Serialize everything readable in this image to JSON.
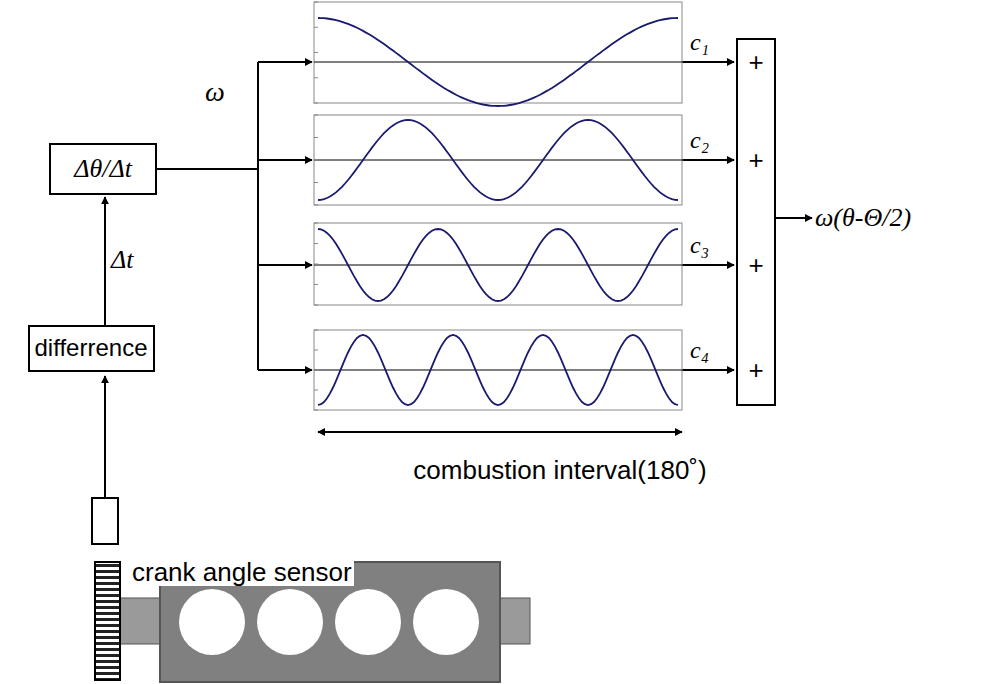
{
  "diagram": {
    "nodes": [
      {
        "text": [
          "differrence"
        ]
      },
      {
        "text": [
          "Δθ/Δt"
        ]
      },
      {
        "text": [
          "+",
          "+",
          "+",
          "+"
        ]
      }
    ],
    "edges": [
      {
        "from": 0,
        "to": 1,
        "arrow": "to",
        "label": "Δt"
      }
    ],
    "labels": [
      "ω",
      "c₁",
      "c₂",
      "c₃",
      "c₄",
      "ω(θ-Θ/2)",
      "combustion interval(180˚)",
      "crank angle sensor"
    ]
  }
}
